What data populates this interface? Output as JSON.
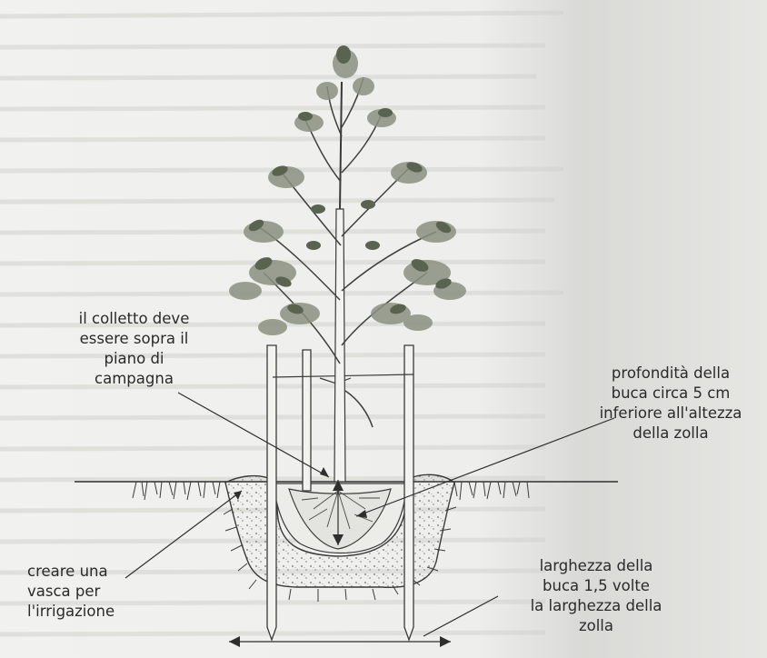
{
  "labels": {
    "collar": [
      "il colletto deve",
      "essere sopra il",
      "piano di",
      "campagna"
    ],
    "depth": [
      "profondità della",
      "buca circa 5 cm",
      "inferiore all'altezza",
      "della zolla"
    ],
    "basin": [
      "creare una",
      "vasca per",
      "l'irrigazione"
    ],
    "width": [
      "larghezza della",
      "buca 1,5 volte",
      "la larghezza della",
      "zolla"
    ]
  },
  "colors": {
    "paper": "#efefed",
    "ink": "#2a2a2a",
    "foliage_dark": "#5a6250",
    "foliage_light": "#8b9181",
    "soil_dots": "#6d6d68"
  }
}
